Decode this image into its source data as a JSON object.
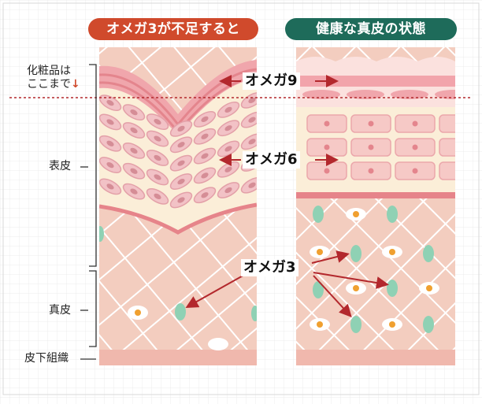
{
  "headers": {
    "deficient": "オメガ3が不足すると",
    "healthy": "健康な真皮の状態"
  },
  "colors": {
    "deficient_header": "#d04a2c",
    "healthy_header": "#1e6b5a",
    "arrow": "#b3282d"
  },
  "side_labels": {
    "cosmetic_limit_line1": "化粧品は",
    "cosmetic_limit_line2": "ここまで",
    "cosmetic_limit_arrow": "↓",
    "epidermis": "表皮",
    "dermis": "真皮",
    "subcutaneous": "皮下組織"
  },
  "omega_labels": {
    "omega9": "オメガ9",
    "omega6": "オメガ6",
    "omega3": "オメガ3"
  }
}
